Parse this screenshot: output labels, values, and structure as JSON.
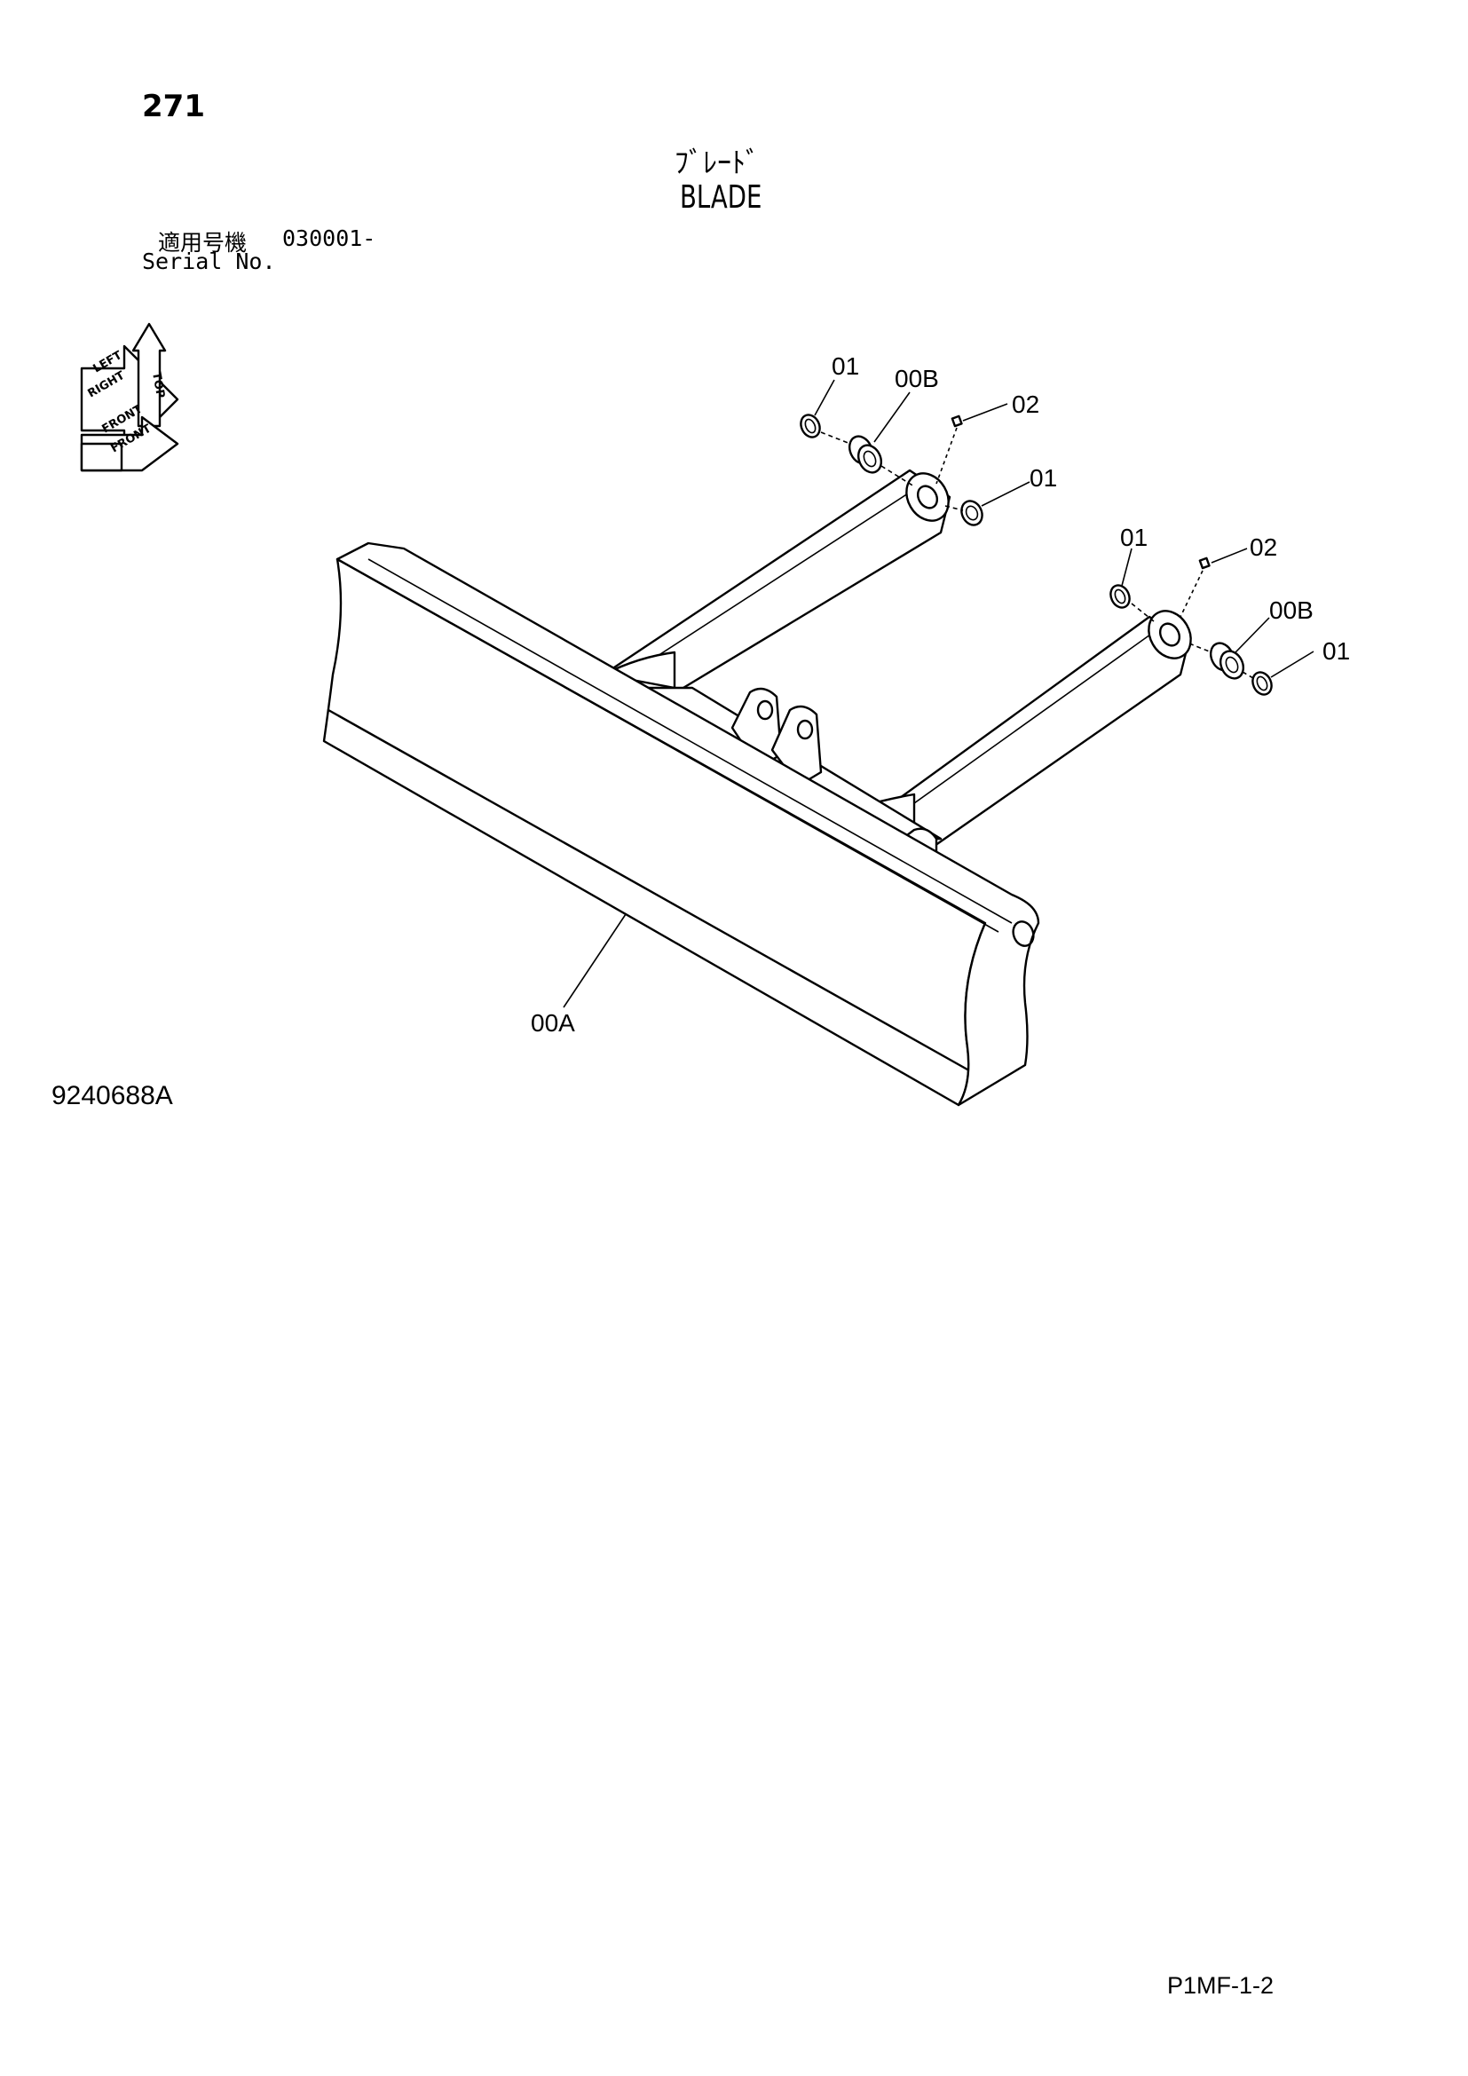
{
  "header": {
    "page_number": "271",
    "title_jp": "ﾌﾞﾚｰﾄﾞ",
    "title_en": "BLADE",
    "serial_label_jp": "適用号機",
    "serial_range": "030001-",
    "serial_label_en": "Serial No."
  },
  "orientation_icon": {
    "labels": [
      "TOP",
      "LEFT",
      "RIGHT",
      "FRONT",
      "FRONT"
    ]
  },
  "callouts": {
    "c1": "01",
    "c2": "00B",
    "c3": "02",
    "c4": "01",
    "c5": "01",
    "c6": "02",
    "c7": "00B",
    "c8": "01",
    "c9": "00A"
  },
  "footer": {
    "drawing_code": "9240688A",
    "page_code": "P1MF-1-2"
  }
}
